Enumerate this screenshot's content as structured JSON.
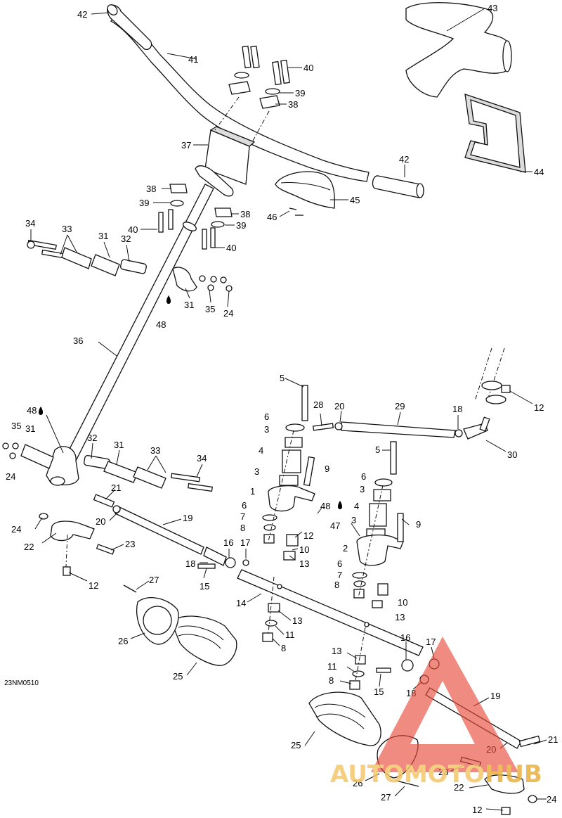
{
  "drawing_code": "23NM0510",
  "watermark": {
    "brand_a": "AUTOMOTO",
    "brand_b": "HUB",
    "color_a": "#f4c66a",
    "color_b": "#e8b040",
    "triangle_color": "#e84a3a"
  },
  "callouts": {
    "c42a": "42",
    "c41": "41",
    "c40a": "40",
    "c39a": "39",
    "c38a": "38",
    "c37": "37",
    "c43": "43",
    "c44": "44",
    "c42b": "42",
    "c45": "45",
    "c46": "46",
    "c38b": "38",
    "c39b": "39",
    "c40b": "40",
    "c38c": "38",
    "c39c": "39",
    "c40c": "40",
    "c34a": "34",
    "c33a": "33",
    "c31a": "31",
    "c32a": "32",
    "c31b": "31",
    "c35a": "35",
    "c24a": "24",
    "c48a": "48",
    "c36": "36",
    "c48b": "48",
    "c35b": "35",
    "c31c": "31",
    "c24b": "24",
    "c32b": "32",
    "c31d": "31",
    "c33b": "33",
    "c34b": "34",
    "c5a": "5",
    "c6a": "6",
    "c3a": "3",
    "c4a": "4",
    "c3b": "3",
    "c1": "1",
    "c6b": "6",
    "c7a": "7",
    "c8a": "8",
    "c28": "28",
    "c20a": "20",
    "c29": "29",
    "c18a": "18",
    "c12a": "12",
    "c30": "30",
    "c9a": "9",
    "c48c": "48",
    "c47": "47",
    "c12b": "12",
    "c10a": "10",
    "c13a": "13",
    "c5b": "5",
    "c6c": "6",
    "c3c": "3",
    "c4b": "4",
    "c3d": "3",
    "c9b": "9",
    "c2": "2",
    "c6d": "6",
    "c7b": "7",
    "c8b": "8",
    "c10b": "10",
    "c13b": "13",
    "c21a": "21",
    "c20b": "20",
    "c19a": "19",
    "c24c": "24",
    "c22a": "22",
    "c23a": "23",
    "c12c": "12",
    "c16a": "16",
    "c17a": "17",
    "c18b": "18",
    "c15a": "15",
    "c14": "14",
    "c13c": "13",
    "c11a": "11",
    "c8c": "8",
    "c27a": "27",
    "c26a": "26",
    "c25a": "25",
    "c16b": "16",
    "c17b": "17",
    "c13d": "13",
    "c11b": "11",
    "c8d": "8",
    "c15b": "15",
    "c18c": "18",
    "c19b": "19",
    "c25b": "25",
    "c20c": "20",
    "c21b": "21",
    "c23b": "23",
    "c26b": "26",
    "c22b": "22",
    "c24d": "24",
    "c27b": "27",
    "c12d": "12"
  }
}
